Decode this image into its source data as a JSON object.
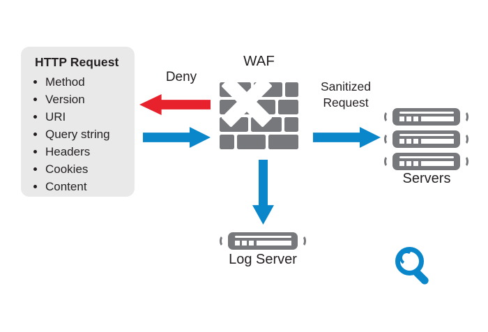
{
  "request_box": {
    "title": "HTTP Request",
    "items": [
      "Method",
      "Version",
      "URI",
      "Query string",
      "Headers",
      "Cookies",
      "Content"
    ]
  },
  "waf": {
    "label": "WAF"
  },
  "arrows": {
    "deny_label": "Deny",
    "sanitized_line1": "Sanitized",
    "sanitized_line2": "Request"
  },
  "servers": {
    "label": "Servers"
  },
  "log_server": {
    "label": "Log Server"
  },
  "icons": {
    "firewall": "brick-wall-with-x-icon",
    "server": "rack-server-icon",
    "magnifier": "magnifying-glass-icon"
  },
  "colors": {
    "arrow_blue": "#0a86ca",
    "arrow_red": "#e8222c",
    "icon_gray": "#77787b",
    "box_bg": "#e9e9ea",
    "text": "#231f20"
  }
}
